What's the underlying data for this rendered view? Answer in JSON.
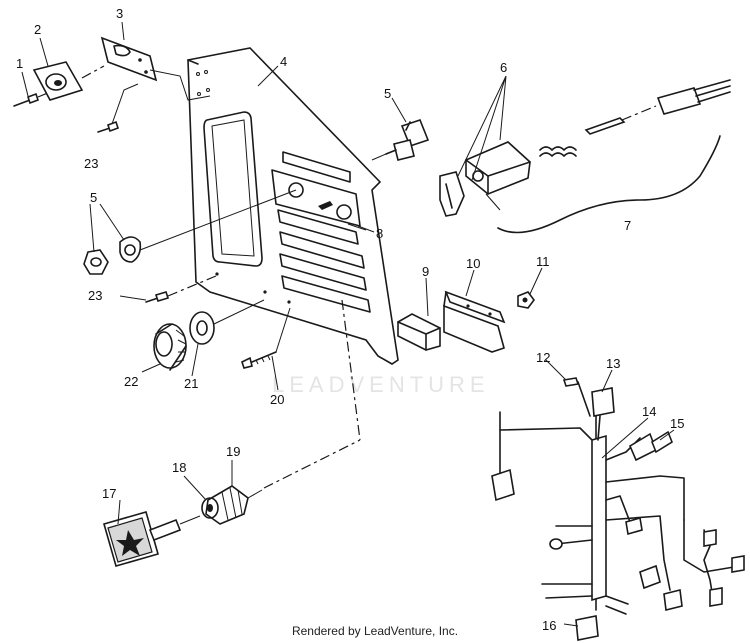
{
  "diagram": {
    "callouts": {
      "n1": "1",
      "n2": "2",
      "n3": "3",
      "n4": "4",
      "n5a": "5",
      "n5b": "5",
      "n6": "6",
      "n7": "7",
      "n8": "8",
      "n9": "9",
      "n10": "10",
      "n11": "11",
      "n12": "12",
      "n13": "13",
      "n14": "14",
      "n15": "15",
      "n16": "16",
      "n17": "17",
      "n18": "18",
      "n19": "19",
      "n20": "20",
      "n21": "21",
      "n22": "22",
      "n23a": "23",
      "n23b": "23"
    },
    "watermark": "LEADVENTURE",
    "footer": "Rendered by LeadVenture, Inc."
  }
}
